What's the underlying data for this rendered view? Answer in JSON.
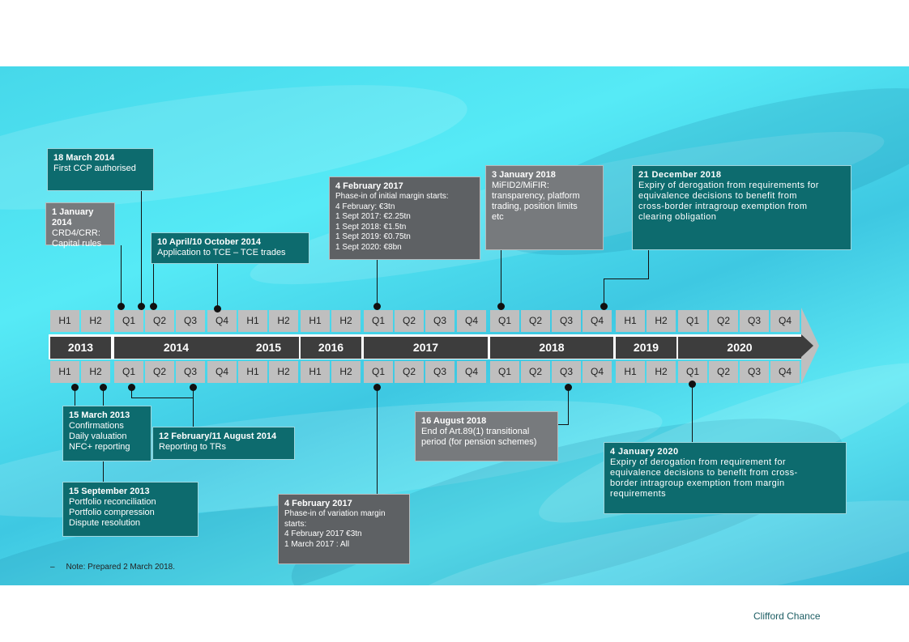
{
  "timeline": {
    "top_periods": [
      "H1",
      "H2",
      "Q1",
      "Q2",
      "Q3",
      "Q4",
      "H1",
      "H2",
      "H1",
      "H2",
      "Q1",
      "Q2",
      "Q3",
      "Q4",
      "Q1",
      "Q2",
      "Q3",
      "Q4",
      "H1",
      "H2",
      "Q1",
      "Q2",
      "Q3",
      "Q4"
    ],
    "bottom_periods": [
      "H1",
      "H2",
      "Q1",
      "Q2",
      "Q3",
      "Q4",
      "H1",
      "H2",
      "H1",
      "H2",
      "Q1",
      "Q2",
      "Q3",
      "Q4",
      "Q1",
      "Q2",
      "Q3",
      "Q4",
      "H1",
      "H2",
      "Q1",
      "Q2",
      "Q3",
      "Q4"
    ],
    "years": [
      "2013",
      "2014",
      "2015",
      "2016",
      "2017",
      "2018",
      "2019",
      "2020"
    ]
  },
  "events": {
    "e_2014_03": {
      "title": "18 March 2014",
      "lines": [
        "First CCP authorised"
      ]
    },
    "e_2014_01": {
      "title": "1 January 2014",
      "lines": [
        "CRD4/CRR:",
        "Capital rules"
      ]
    },
    "e_2014_tce": {
      "title": "10 April/10 October 2014",
      "lines": [
        "Application to TCE – TCE trades"
      ]
    },
    "e_2017_im": {
      "title": "4 February 2017",
      "subtitle": "Phase-in of initial margin starts:",
      "lines": [
        "4 February: €3tn",
        "1 Sept 2017: €2.25tn",
        "1 Sept 2018: €1.5tn",
        "1 Sept 2019: €0.75tn",
        "1 Sept 2020: €8bn"
      ]
    },
    "e_2018_01": {
      "title": "3 January 2018",
      "lines": [
        "MiFID2/MiFIR:",
        "transparency, platform",
        "trading, position limits",
        "etc"
      ]
    },
    "e_2018_12": {
      "title": "21 December  2018",
      "lines": [
        "Expiry of derogation from requirements for",
        "equivalence decisions to benefit from",
        "cross-border intragroup exemption from",
        "clearing obligation"
      ]
    },
    "e_2013_03": {
      "title": "15 March 2013",
      "lines": [
        "Confirmations",
        "Daily valuation",
        "NFC+ reporting"
      ]
    },
    "e_2014_tr": {
      "title": "12 February/11 August  2014",
      "lines": [
        "Reporting to TRs"
      ]
    },
    "e_2013_09": {
      "title": "15 September 2013",
      "lines": [
        "Portfolio reconciliation",
        "Portfolio compression",
        "Dispute resolution"
      ]
    },
    "e_2017_vm": {
      "title": "4 February 2017",
      "subtitle": "Phase-in of variation margin starts:",
      "lines": [
        "4 February 2017 €3tn",
        "1 March 2017 :  All"
      ]
    },
    "e_2018_08": {
      "title": "16 August 2018",
      "lines": [
        "End of Art.89(1) transitional",
        "period (for pension schemes)"
      ]
    },
    "e_2020_01": {
      "title": "4 January 2020",
      "lines": [
        "Expiry of derogation from requirement for",
        "equivalence decisions to benefit from cross-",
        "border intragroup exemption from margin",
        "requirements"
      ]
    }
  },
  "footer": {
    "note_marker": "–",
    "note": "Note: Prepared 2 March 2018.",
    "brand": "Clifford Chance"
  }
}
